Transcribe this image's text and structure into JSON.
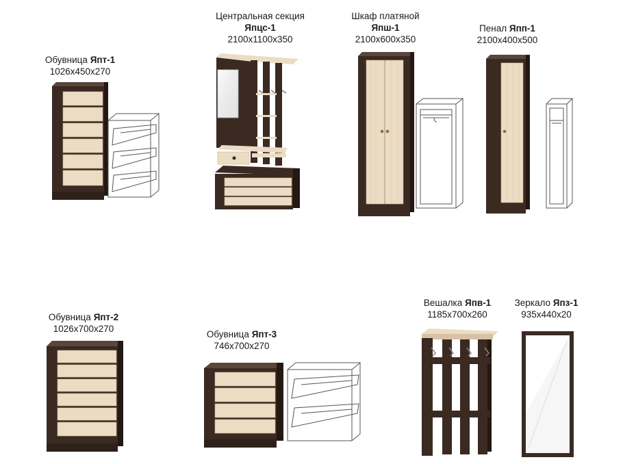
{
  "colors": {
    "dark_wood": "#3a2a22",
    "dark_wood_edge": "#241812",
    "light_wood": "#ecdcc4",
    "light_wood_stripe": "#d6c2a4",
    "outline": "#555555",
    "background": "#ffffff"
  },
  "products": [
    {
      "prefix": "Обувница ",
      "code": "Япт-1",
      "size": "1026x450x270"
    },
    {
      "prefix": "Центральная секция",
      "code": "Япцс-1",
      "size": "2100x1100x350"
    },
    {
      "prefix": "Шкаф платяной",
      "code": "Япш-1",
      "size": "2100x600x350"
    },
    {
      "prefix": "Пенал ",
      "code": "Япп-1",
      "size": "2100x400x500"
    },
    {
      "prefix": "Обувница ",
      "code": "Япт-2",
      "size": "1026x700x270"
    },
    {
      "prefix": "Обувница ",
      "code": "Япт-3",
      "size": "746x700x270"
    },
    {
      "prefix": "Вешалка ",
      "code": "Япв-1",
      "size": "1185x700x260"
    },
    {
      "prefix": "Зеркало ",
      "code": "Япз-1",
      "size": "935x440x20"
    }
  ]
}
